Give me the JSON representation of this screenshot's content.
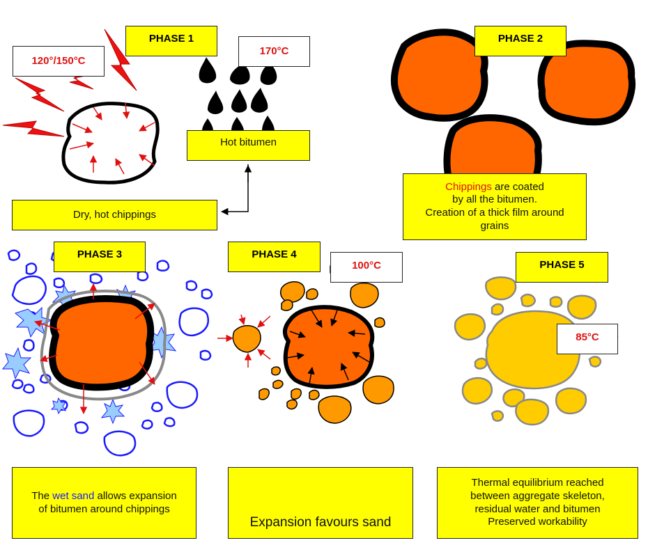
{
  "phase1": {
    "title": "PHASE 1",
    "temp_chippings": "120°/150°C",
    "temp_bitumen": "170°C",
    "hot_bitumen": "Hot bitumen",
    "dry_chippings": "Dry, hot chippings"
  },
  "phase2": {
    "title": "PHASE 2",
    "note_highlight": "Chippings",
    "note_line1_rest": " are coated",
    "note_line2": "by all the bitumen.",
    "note_line3": "Creation of a thick film around",
    "note_line4": "grains"
  },
  "phase3": {
    "title": "PHASE 3",
    "note_prefix": "The ",
    "note_highlight": "wet sand",
    "note_line1_rest": " allows expansion",
    "note_line2": "of bitumen around chippings"
  },
  "phase4": {
    "title": "PHASE 4",
    "temp": "100°C",
    "note": "Expansion favours sand"
  },
  "phase5": {
    "title": "PHASE 5",
    "temp": "85°C",
    "note_line1": "Thermal equilibrium reached",
    "note_line2": "between aggregate skeleton,",
    "note_line3": "residual water and bitumen",
    "note_line4": "Preserved workability"
  },
  "colors": {
    "label_bg": "#ffff00",
    "temperature": "#e01010",
    "coated_grain": "#ff6600",
    "sand_outline": "#1a1aff",
    "phase4_fill": "#ff9900",
    "phase5_fill": "#ffcc00"
  }
}
